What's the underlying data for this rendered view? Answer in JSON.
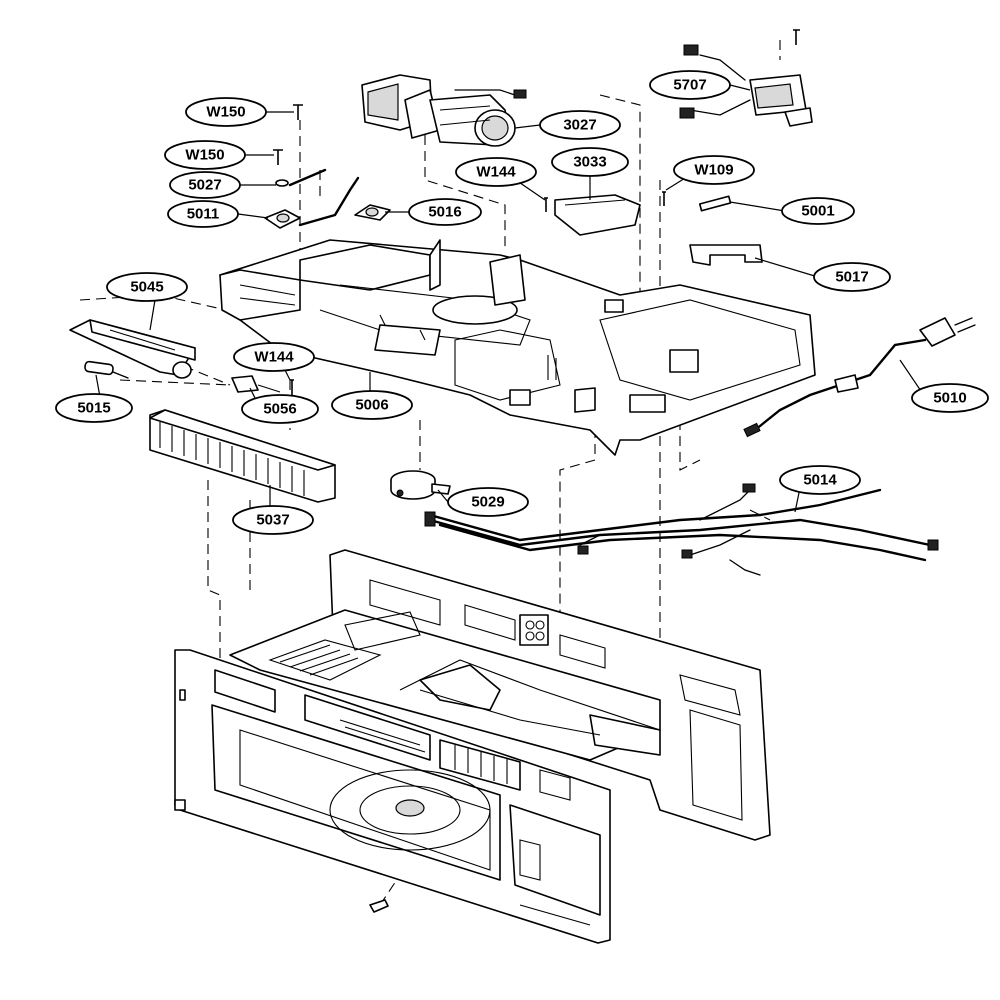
{
  "diagram": {
    "callouts": {
      "w150_a": "W150",
      "w150_b": "W150",
      "c5027": "5027",
      "c5011": "5011",
      "c5045": "5045",
      "c5015": "5015",
      "w144_a": "W144",
      "c5056": "5056",
      "c5006": "5006",
      "c5037": "5037",
      "c3027": "3027",
      "w144_b": "W144",
      "c3033": "3033",
      "w109": "W109",
      "c5016": "5016",
      "c5707": "5707",
      "c5001": "5001",
      "c5017": "5017",
      "c5010": "5010",
      "c5029": "5029",
      "c5014": "5014"
    }
  }
}
